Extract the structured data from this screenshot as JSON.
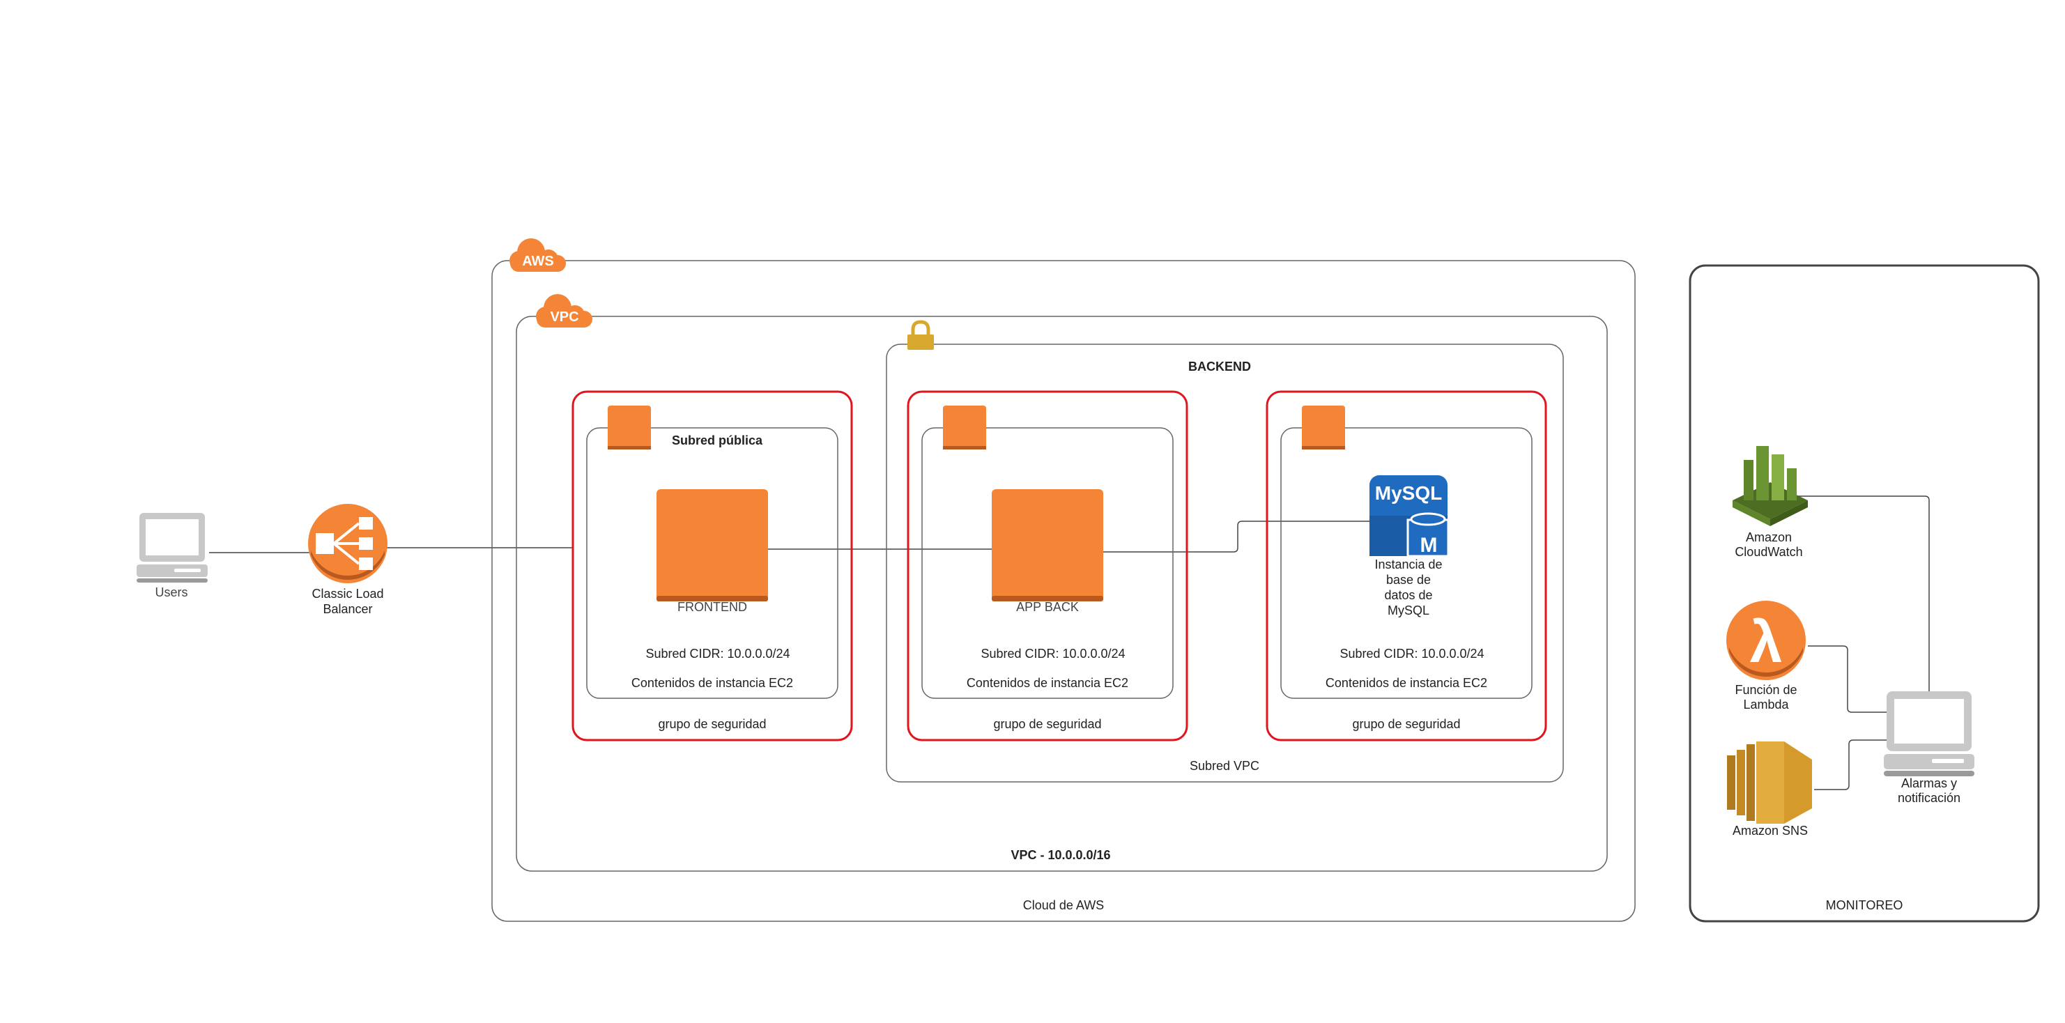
{
  "colors": {
    "aws_orange": "#f58536",
    "aws_orange_dark": "#b85a1f",
    "security_red": "#e0151d",
    "container_border": "#555555",
    "mysql_blue": "#1f6bbf",
    "lock_gold": "#d8a72d",
    "cloudwatch_green": "#6b9432",
    "sns_gold": "#d59a2c",
    "device_gray": "#c8c8c8"
  },
  "icons": {
    "aws_badge": "aws-cloud-icon",
    "vpc_badge": "vpc-cloud-icon",
    "lock": "lock-icon",
    "users": "laptop-icon",
    "load_balancer": "load-balancer-icon",
    "ec2": "ec2-instance-icon",
    "mysql": "mysql-database-icon",
    "cloudwatch": "cloudwatch-icon",
    "lambda": "lambda-icon",
    "sns": "sns-icon",
    "alarms": "laptop-icon"
  },
  "badges": {
    "aws": "AWS",
    "vpc": "VPC",
    "mysql_word": "MySQL",
    "mysql_letter": "M",
    "lambda_glyph": "λ"
  },
  "users": {
    "label": "Users"
  },
  "load_balancer": {
    "label_line1": "Classic Load",
    "label_line2": "Balancer"
  },
  "aws_cloud": {
    "label": "Cloud de AWS"
  },
  "vpc": {
    "label": "VPC - 10.0.0.0/16"
  },
  "backend": {
    "title": "BACKEND",
    "label": "Subred VPC"
  },
  "frontend_group": {
    "subnet_title": "Subred pública",
    "instance_label": "FRONTEND",
    "cidr": "Subred CIDR: 10.0.0.0/24",
    "contents": "Contenidos de instancia EC2",
    "security": "grupo de seguridad"
  },
  "appback_group": {
    "instance_label": "APP BACK",
    "cidr": "Subred CIDR: 10.0.0.0/24",
    "contents": "Contenidos de instancia EC2",
    "security": "grupo de seguridad"
  },
  "db_group": {
    "db_label_lines": [
      "Instancia de",
      "base de",
      "datos de",
      "MySQL"
    ],
    "cidr": "Subred CIDR: 10.0.0.0/24",
    "contents": "Contenidos de instancia EC2",
    "security": "grupo de seguridad"
  },
  "monitoring": {
    "label": "MONITOREO",
    "cloudwatch_line1": "Amazon",
    "cloudwatch_line2": "CloudWatch",
    "lambda_line1": "Función de",
    "lambda_line2": "Lambda",
    "sns": "Amazon SNS",
    "alarms_line1": "Alarmas y",
    "alarms_line2": "notificación"
  }
}
